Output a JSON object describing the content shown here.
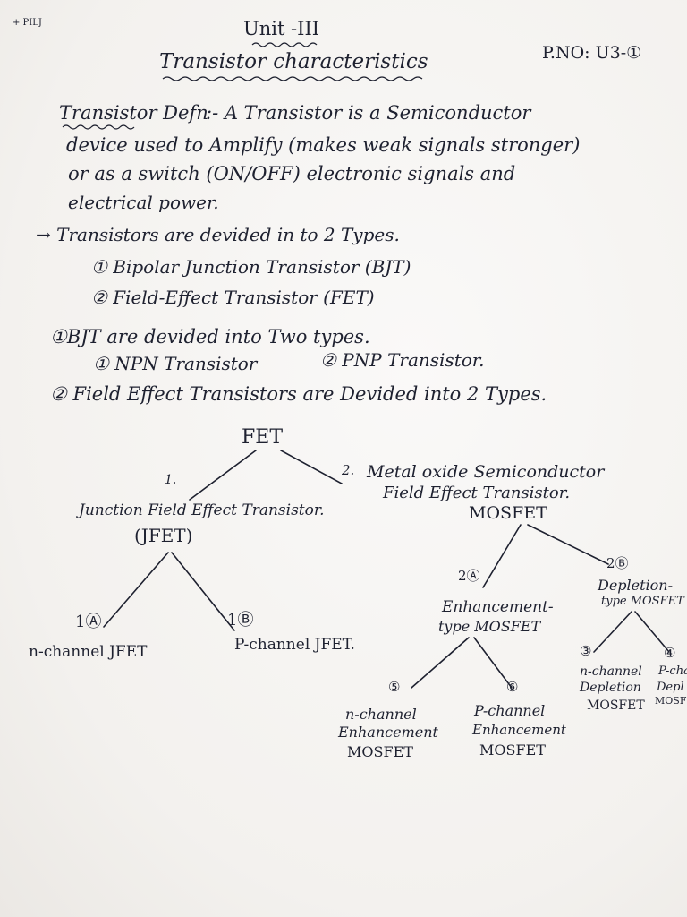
{
  "corner_mark": "+ PILJ",
  "header": {
    "unit": "Unit -III",
    "title": "Transistor characteristics",
    "page_no": "P.NO: U3-①"
  },
  "definition": {
    "term": "Transistor Defn",
    "line1": ":- A Transistor is a Semiconductor",
    "line2": "device used to Amplify (makes weak signals stronger)",
    "line3": "or as a switch (ON/OFF) electronic signals and",
    "line4": "electrical power."
  },
  "types": {
    "intro": "→ Transistors are devided in to 2 Types.",
    "item1": "① Bipolar Junction Transistor (BJT)",
    "item2": "② Field-Effect Transistor (FET)"
  },
  "bjt": {
    "heading": "①BJT are devided into Two types.",
    "npn": "① NPN Transistor",
    "pnp": "② PNP Transistor."
  },
  "fet_heading": "② Field Effect Transistors are Devided into 2 Types.",
  "tree": {
    "root": "FET",
    "branch1_num": "1.",
    "branch2_num": "2.",
    "jfet_line1": "Junction Field Effect Transistor.",
    "jfet_line2": "(JFET)",
    "mosfet_line1": "Metal oxide Semiconductor",
    "mosfet_line2": "Field Effect Transistor.",
    "mosfet_line3": "MOSFET",
    "label_1a": "1Ⓐ",
    "label_1b": "1Ⓑ",
    "n_jfet": "n-channel JFET",
    "p_jfet": "P-channel JFET.",
    "label_2a": "2Ⓐ",
    "label_2b": "2Ⓑ",
    "enh_line1": "Enhancement-",
    "enh_line2": "type MOSFET",
    "dep_line1": "Depletion-",
    "dep_line2": "type MOSFET",
    "num_3": "③",
    "num_4": "④",
    "num_5": "⑤",
    "num_6": "⑥",
    "n_enh_line1": "n-channel",
    "n_enh_line2": "Enhancement",
    "n_enh_line3": "MOSFET",
    "p_enh_line1": "P-channel",
    "p_enh_line2": "Enhancement",
    "p_enh_line3": "MOSFET",
    "n_dep_line1": "n-channel",
    "n_dep_line2": "Depletion",
    "n_dep_line3": "MOSFET",
    "p_dep_line1": "P-cha",
    "p_dep_line2": "Depl",
    "p_dep_line3": "MOSFE"
  },
  "colors": {
    "ink": "#1e2130",
    "paper": "#f6f4f2"
  }
}
